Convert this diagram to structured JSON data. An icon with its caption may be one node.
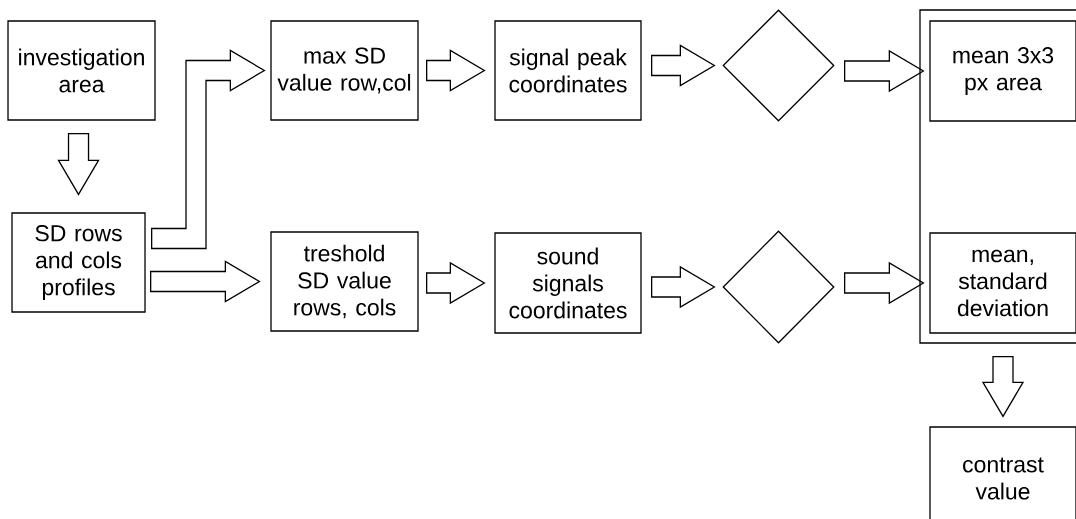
{
  "diagram": {
    "nodes": [
      {
        "text": [
          "investigation area"
        ]
      },
      {
        "text": [
          "SD rows and cols profiles"
        ]
      },
      {
        "text": [
          "max SD value row,col"
        ]
      },
      {
        "text": [
          "signal peak coordinates"
        ]
      },
      {
        "text": [],
        "shape": "diamond"
      },
      {
        "text": [],
        "shape": "box"
      },
      {
        "text": [
          "mean 3x3 px area"
        ],
        "in": 5
      },
      {
        "text": [
          "mean, standard deviation"
        ],
        "in": 5
      },
      {
        "text": [
          "treshold SD value rows, cols"
        ]
      },
      {
        "text": [
          "sound signals coordinates"
        ]
      },
      {
        "text": [],
        "shape": "diamond"
      },
      {
        "text": [
          "contrast value"
        ]
      }
    ],
    "edges": [
      {
        "from": 0,
        "to": 1,
        "arrow": "to"
      },
      {
        "from": 1,
        "to": 2,
        "arrow": "to"
      },
      {
        "from": 1,
        "to": 8,
        "arrow": "to"
      },
      {
        "from": 2,
        "to": 3,
        "arrow": "to"
      },
      {
        "from": 3,
        "to": 4,
        "arrow": "to"
      },
      {
        "from": 4,
        "to": 6,
        "arrow": "to"
      },
      {
        "from": 8,
        "to": 9,
        "arrow": "to"
      },
      {
        "from": 9,
        "to": 10,
        "arrow": "to"
      },
      {
        "from": 10,
        "to": 7,
        "arrow": "to"
      },
      {
        "from": 5,
        "to": 11,
        "arrow": "to"
      }
    ]
  }
}
